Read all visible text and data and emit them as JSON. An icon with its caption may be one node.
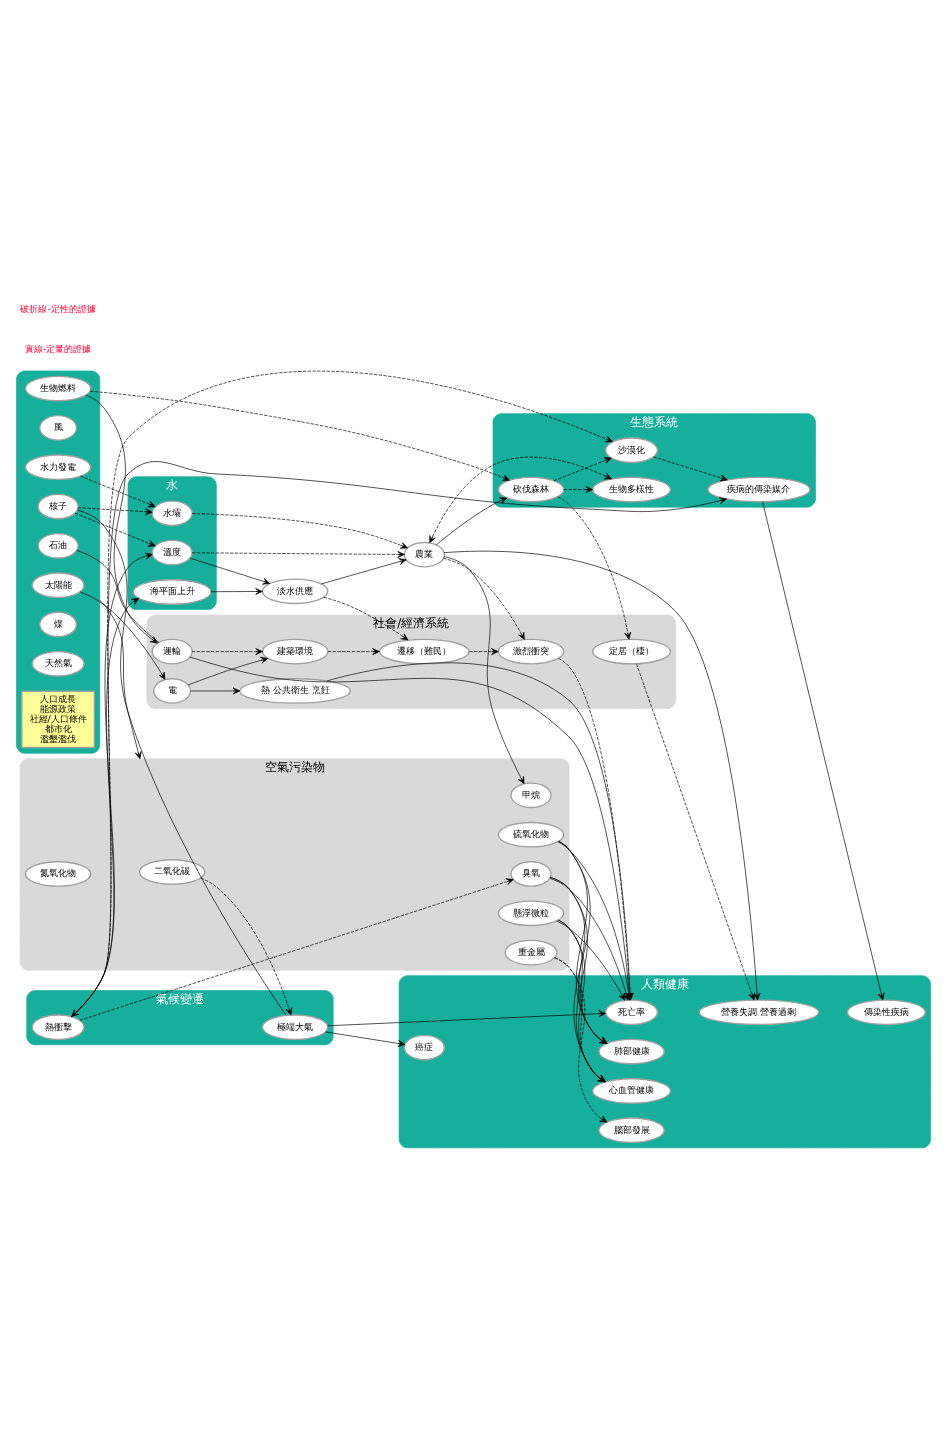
{
  "diagram": {
    "nodes": [
      {
        "text": [],
        "shape": "ellipse"
      },
      {
        "text": [
          "太陽能"
        ],
        "in": 0
      },
      {
        "text": [
          "風"
        ],
        "in": 0
      },
      {
        "text": [
          "生物燃料"
        ],
        "in": 0
      },
      {
        "text": [
          "水力發電"
        ],
        "in": 0
      },
      {
        "text": [
          "核子"
        ],
        "in": 0
      },
      {
        "text": [
          "石油"
        ],
        "in": 0
      },
      {
        "text": [
          "煤"
        ],
        "in": 0
      },
      {
        "text": [
          "天然氣"
        ],
        "in": 0
      },
      {
        "text": [
          "社會/經濟系統"
        ]
      },
      {
        "text": [
          "電"
        ],
        "in": 9
      },
      {
        "text": [
          "運輸"
        ],
        "in": 9
      },
      {
        "text": [
          "建築環境"
        ],
        "in": 9
      },
      {
        "text": [
          "熱 公共衛生 烹飪"
        ],
        "in": 9
      },
      {
        "text": [
          "定居（棲）"
        ],
        "in": 9
      },
      {
        "text": [
          "遷移（難民）"
        ],
        "in": 9
      },
      {
        "text": [
          "激烈衝突"
        ],
        "in": 9
      },
      {
        "text": [
          "淡水供應"
        ]
      },
      {
        "text": [
          "農業"
        ]
      },
      {
        "text": [
          "水"
        ]
      },
      {
        "text": [
          "水壩"
        ],
        "in": 19
      },
      {
        "text": [
          "溫度"
        ],
        "in": 19
      },
      {
        "text": [
          "海平面上升"
        ],
        "in": 19
      },
      {
        "text": [
          "生態系統"
        ]
      },
      {
        "text": [
          "砍伐森林"
        ],
        "in": 23
      },
      {
        "text": [
          "生物多樣性"
        ],
        "in": 23
      },
      {
        "text": [
          "疾病的傳染媒介"
        ],
        "in": 23
      },
      {
        "text": [
          "沙漠化"
        ],
        "in": 23
      },
      {
        "text": [
          "氣候變遷"
        ]
      },
      {
        "text": [
          "熱衝擊"
        ],
        "in": 28
      },
      {
        "text": [
          "極端大氣"
        ],
        "in": 28
      },
      {
        "text": [
          "空氣污染物"
        ]
      },
      {
        "text": [
          "二氧化碳"
        ],
        "in": 31
      },
      {
        "text": [
          "甲烷"
        ],
        "in": 31
      },
      {
        "text": [
          "氮氧化物"
        ],
        "in": 31
      },
      {
        "text": [
          "重金屬"
        ],
        "in": 31
      },
      {
        "text": [
          "臭氧"
        ],
        "in": 31
      },
      {
        "text": [
          "懸浮微粒"
        ],
        "in": 31
      },
      {
        "text": [
          "硫氧化物"
        ],
        "in": 31
      },
      {
        "text": [
          "人類健康"
        ]
      },
      {
        "text": [
          "營養失調 營養過剩"
        ],
        "in": 39
      },
      {
        "text": [
          "死亡率"
        ],
        "in": 39
      },
      {
        "text": [
          "傳染性疾病"
        ],
        "in": 39
      },
      {
        "text": [
          "癌症"
        ],
        "in": 39
      },
      {
        "text": [
          "腦部發展"
        ],
        "in": 39
      },
      {
        "text": [
          "心血管健康"
        ],
        "in": 39
      },
      {
        "text": [
          "肺部健康"
        ],
        "in": 39
      },
      {
        "text": [
          "人口成長",
          "能源政策",
          "社經/人口條件",
          "都市化",
          "濫墾濫伐"
        ],
        "in": 0
      }
    ],
    "edges": [
      {
        "from": 1,
        "to": 10,
        "arrow": "to"
      },
      {
        "from": 10,
        "to": 12,
        "arrow": "to"
      },
      {
        "from": 10,
        "to": 13,
        "arrow": "to"
      },
      {
        "from": 11,
        "to": 12,
        "arrow": "to",
        "style": "dashed"
      },
      {
        "from": 3,
        "to": 11,
        "arrow": "to"
      },
      {
        "from": 6,
        "to": 11,
        "arrow": "none"
      },
      {
        "from": 13,
        "to": 41,
        "arrow": "to"
      },
      {
        "from": 11,
        "to": 41,
        "arrow": "to"
      },
      {
        "from": 14,
        "to": 40,
        "arrow": "to",
        "style": "dashed"
      },
      {
        "from": 16,
        "to": 41,
        "arrow": "to",
        "style": "dashed"
      },
      {
        "from": 18,
        "to": 40,
        "arrow": "to"
      },
      {
        "from": 15,
        "to": 16,
        "arrow": "to",
        "style": "dashed"
      },
      {
        "from": 18,
        "to": 16,
        "arrow": "to",
        "style": "dashed"
      },
      {
        "from": 12,
        "to": 15,
        "arrow": "to",
        "style": "dashed"
      },
      {
        "from": 24,
        "to": 14,
        "arrow": "to",
        "style": "dashed"
      },
      {
        "from": 17,
        "to": 15,
        "arrow": "to",
        "style": "dashed"
      },
      {
        "from": 17,
        "to": 18,
        "arrow": "to"
      },
      {
        "from": 20,
        "to": 18,
        "arrow": "to",
        "style": "dashed"
      },
      {
        "from": 21,
        "to": 17,
        "arrow": "to"
      },
      {
        "from": 21,
        "to": 18,
        "arrow": "to",
        "style": "dashed"
      },
      {
        "from": 22,
        "to": 17,
        "arrow": "to"
      },
      {
        "from": 29,
        "to": 21,
        "arrow": "to"
      },
      {
        "from": 29,
        "to": 22,
        "arrow": "to"
      },
      {
        "from": 5,
        "to": 20,
        "arrow": "to",
        "style": "dashed"
      },
      {
        "from": 5,
        "to": 21,
        "arrow": "to",
        "style": "dashed"
      },
      {
        "from": 3,
        "to": 24,
        "arrow": "to",
        "style": "dashed"
      },
      {
        "from": 4,
        "to": 20,
        "arrow": "to",
        "style": "dashed"
      },
      {
        "from": 5,
        "to": 30,
        "arrow": "none"
      },
      {
        "from": 18,
        "to": 25,
        "arrow": "both",
        "style": "dashed"
      },
      {
        "from": 18,
        "to": 24,
        "arrow": "to"
      },
      {
        "from": 24,
        "to": 25,
        "arrow": "to",
        "style": "dashed"
      },
      {
        "from": 24,
        "to": 27,
        "arrow": "to",
        "style": "dashed"
      },
      {
        "from": 27,
        "to": 26,
        "arrow": "to",
        "style": "dashed"
      },
      {
        "from": 29,
        "to": 26,
        "arrow": "to"
      },
      {
        "from": 29,
        "to": 27,
        "arrow": "both",
        "style": "dashed"
      },
      {
        "from": 26,
        "to": 42,
        "arrow": "to"
      },
      {
        "from": 30,
        "to": 43,
        "arrow": "to"
      },
      {
        "from": 30,
        "to": 41,
        "arrow": "to"
      },
      {
        "from": 0,
        "to": 31,
        "arrow": "to"
      },
      {
        "from": 32,
        "to": 30,
        "arrow": "to",
        "style": "dashed"
      },
      {
        "from": 29,
        "to": 36,
        "arrow": "to",
        "style": "dashed"
      },
      {
        "from": 18,
        "to": 33,
        "arrow": "to"
      },
      {
        "from": 35,
        "to": 44,
        "arrow": "to",
        "style": "dashed"
      },
      {
        "from": 35,
        "to": 45,
        "arrow": "to",
        "style": "dashed"
      },
      {
        "from": 38,
        "to": 46,
        "arrow": "to"
      },
      {
        "from": 38,
        "to": 45,
        "arrow": "to"
      },
      {
        "from": 38,
        "to": 41,
        "arrow": "to"
      },
      {
        "from": 36,
        "to": 46,
        "arrow": "to"
      },
      {
        "from": 36,
        "to": 45,
        "arrow": "to"
      },
      {
        "from": 36,
        "to": 41,
        "arrow": "to"
      },
      {
        "from": 37,
        "to": 46,
        "arrow": "to"
      },
      {
        "from": 37,
        "to": 45,
        "arrow": "to"
      },
      {
        "from": 37,
        "to": 41,
        "arrow": "to"
      }
    ],
    "labels": [
      "實線-定量的證據",
      "破折線-定性的證據"
    ]
  }
}
